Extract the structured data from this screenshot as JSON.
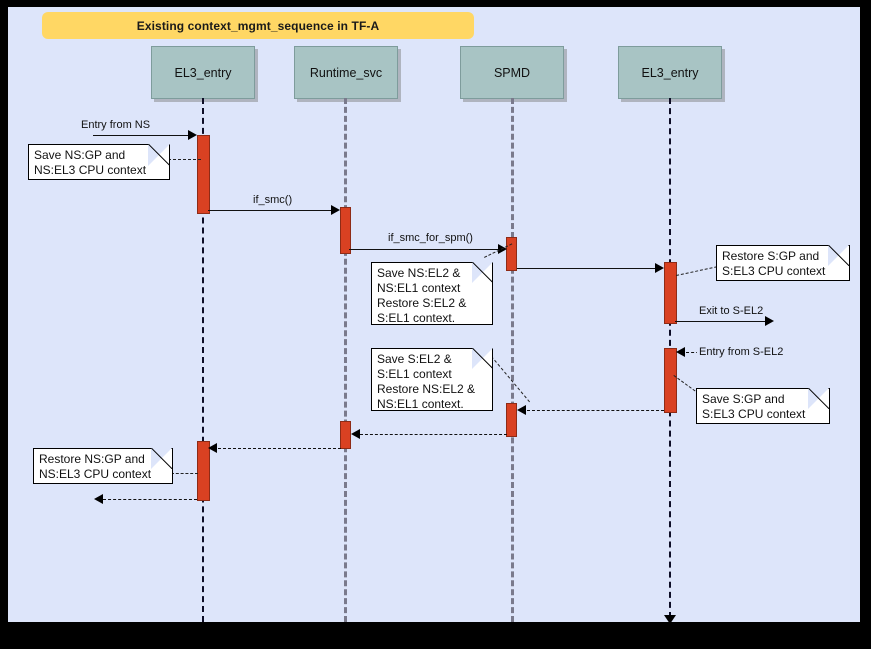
{
  "diagram": {
    "title": "Existing context_mgmt_sequence in TF-A",
    "type": "uml-sequence-diagram",
    "colors": {
      "canvas": "#dde5fa",
      "title_banner": "#ffd764",
      "participant_box": "#a8c4c4",
      "activation_bar": "#d94122",
      "note_background": "#ffffff",
      "border": "#000000"
    }
  },
  "participants": [
    {
      "id": "el3_entry_ns",
      "label": "EL3_entry",
      "lifeline_style": "dark"
    },
    {
      "id": "runtime_svc",
      "label": "Runtime_svc",
      "lifeline_style": "gray"
    },
    {
      "id": "spmd",
      "label": "SPMD",
      "lifeline_style": "gray"
    },
    {
      "id": "el3_entry_s",
      "label": "EL3_entry",
      "lifeline_style": "dark"
    }
  ],
  "messages": [
    {
      "id": "m1",
      "label": "Entry from NS",
      "from": "external",
      "to": "el3_entry_ns",
      "style": "solid",
      "direction": "right"
    },
    {
      "id": "m2",
      "label": "if_smc()",
      "from": "el3_entry_ns",
      "to": "runtime_svc",
      "style": "solid",
      "direction": "right"
    },
    {
      "id": "m3",
      "label": "if_smc_for_spm()",
      "from": "runtime_svc",
      "to": "spmd",
      "style": "solid",
      "direction": "right"
    },
    {
      "id": "m4",
      "label": "",
      "from": "spmd",
      "to": "el3_entry_s",
      "style": "solid",
      "direction": "right"
    },
    {
      "id": "m5",
      "label": "Exit to S-EL2",
      "from": "el3_entry_s",
      "to": "external",
      "style": "solid",
      "direction": "right"
    },
    {
      "id": "m6",
      "label": "Entry from S-EL2",
      "from": "external",
      "to": "el3_entry_s",
      "style": "dashed",
      "direction": "left"
    },
    {
      "id": "m7",
      "label": "",
      "from": "el3_entry_s",
      "to": "spmd",
      "style": "dashed",
      "direction": "left"
    },
    {
      "id": "m8",
      "label": "",
      "from": "spmd",
      "to": "runtime_svc",
      "style": "dashed",
      "direction": "left"
    },
    {
      "id": "m9",
      "label": "",
      "from": "runtime_svc",
      "to": "el3_entry_ns",
      "style": "dashed",
      "direction": "left"
    },
    {
      "id": "m10",
      "label": "",
      "from": "el3_entry_ns",
      "to": "external",
      "style": "dashed",
      "direction": "left"
    }
  ],
  "notes": [
    {
      "id": "n1",
      "text": "Save NS:GP and\nNS:EL3 CPU context",
      "attached_to": "el3_entry_ns"
    },
    {
      "id": "n2",
      "text": "Save NS:EL2 &\nNS:EL1 context\nRestore S:EL2 &\nS:EL1 context.",
      "attached_to": "spmd"
    },
    {
      "id": "n3",
      "text": "Restore S:GP and\nS:EL3 CPU context",
      "attached_to": "el3_entry_s"
    },
    {
      "id": "n4",
      "text": "Save S:EL2 &\nS:EL1 context\nRestore NS:EL2 &\nNS:EL1 context.",
      "attached_to": "spmd"
    },
    {
      "id": "n5",
      "text": "Save S:GP and\nS:EL3 CPU context",
      "attached_to": "el3_entry_s"
    },
    {
      "id": "n6",
      "text": "Restore NS:GP and\nNS:EL3 CPU context",
      "attached_to": "el3_entry_ns"
    }
  ]
}
